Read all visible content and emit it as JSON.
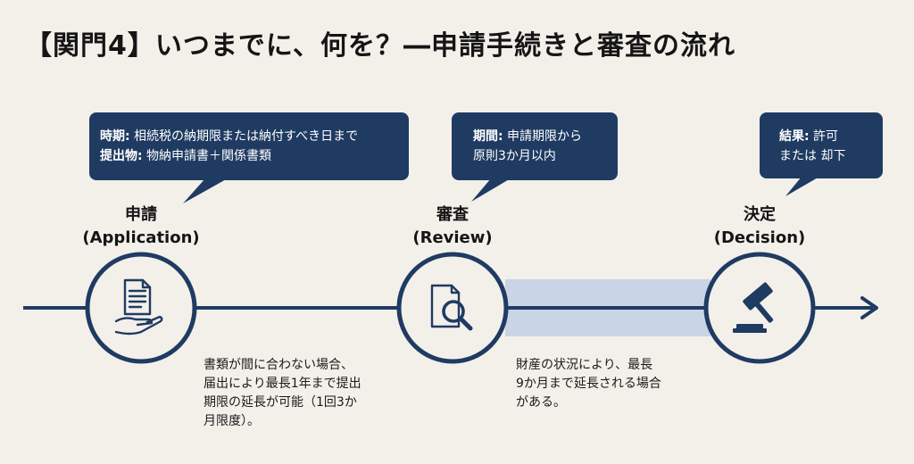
{
  "title": "【関門4】いつまでに、何を？―申請手続きと審査の流れ",
  "colors": {
    "navy": "#1f3b62",
    "highlight": "#c9d4e6",
    "background": "#f3f0ea"
  },
  "stages": [
    {
      "name_ja": "申請",
      "name_en": "(Application)",
      "icon": "document-hand-icon",
      "bubble": {
        "line1_label": "時期:",
        "line1_text": " 相続税の納期限または納付すべき日まで",
        "line2_label": "提出物:",
        "line2_text": " 物納申請書＋関係書類"
      }
    },
    {
      "name_ja": "審査",
      "name_en": "(Review)",
      "icon": "document-search-icon",
      "bubble": {
        "line1_label": "期間:",
        "line1_text": " 申請期限から",
        "line2_text": "原則3か月以内"
      }
    },
    {
      "name_ja": "決定",
      "name_en": "(Decision)",
      "icon": "gavel-icon",
      "bubble": {
        "line1_label": "結果:",
        "line1_text": " 許可",
        "line2_text": "または 却下"
      }
    }
  ],
  "notes": {
    "application": [
      "書類が間に合わない場合、",
      "届出により最長1年まで提出",
      "期限の延長が可能（1回3か",
      "月限度）。"
    ],
    "review": [
      "財産の状況により、最長",
      "9か月まで延長される場合",
      "がある。"
    ]
  }
}
